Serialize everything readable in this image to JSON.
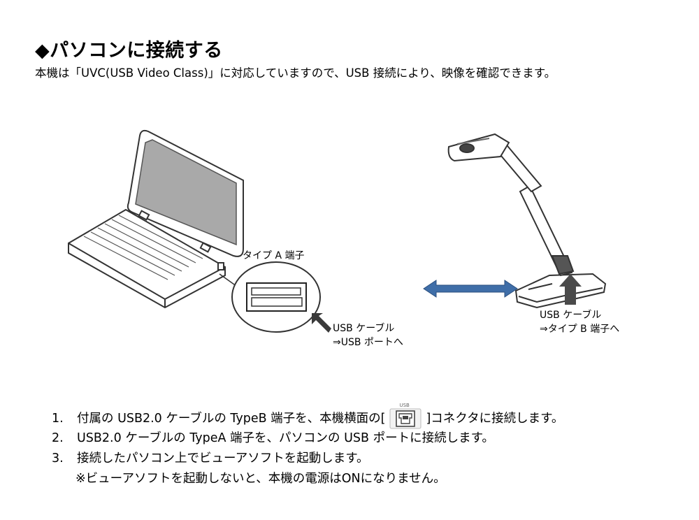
{
  "heading": "◆パソコンに接続する",
  "intro": "本機は「UVC(USB Video Class)」に対応していますので、USB 接続により、映像を確認できます。",
  "figure": {
    "type_a_label": "タイプ A 端子",
    "pc_cable_line1": "USB ケーブル",
    "pc_cable_line2": "⇒USB ポートへ",
    "cam_cable_line1": "USB ケーブル",
    "cam_cable_line2": "⇒タイプ B 端子へ",
    "arrow_color": "#3f6ea8"
  },
  "steps": [
    {
      "num": "1.",
      "before": "付属の USB2.0 ケーブルの TypeB 端子を、本機横面の[",
      "after": "]コネクタに接続します。",
      "icon_text": "USB",
      "icon": "usb-port-icon"
    },
    {
      "num": "2.",
      "text": "USB2.0 ケーブルの TypeA 端子を、パソコンの USB ポートに接続します。"
    },
    {
      "num": "3.",
      "text": "接続したパソコン上でビューアソフトを起動します。"
    }
  ],
  "note": "※ビューアソフトを起動しないと、本機の電源はONになりません。"
}
